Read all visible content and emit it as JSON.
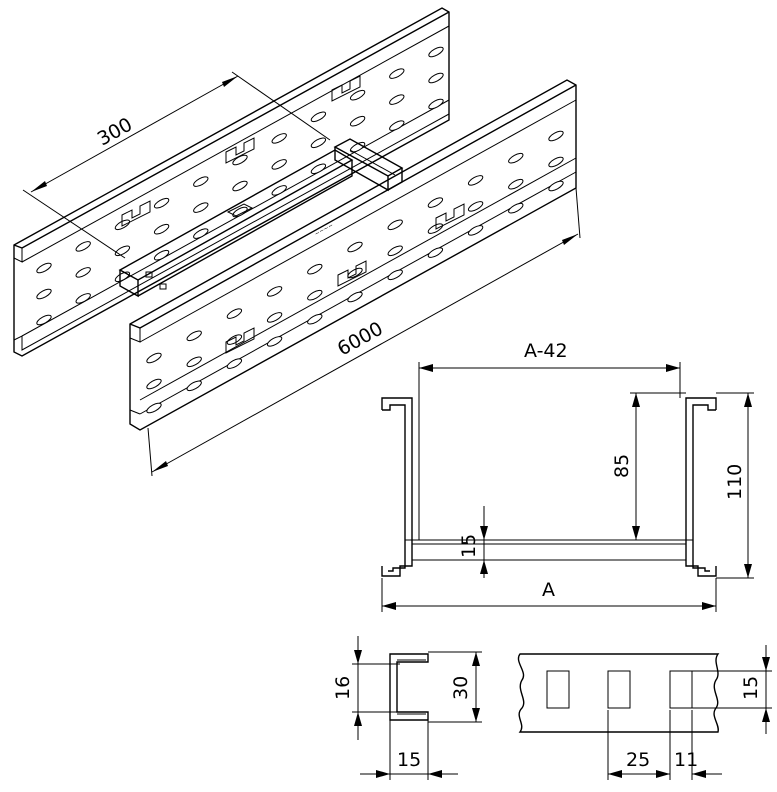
{
  "drawing": {
    "isometric": {
      "width_label": "300",
      "length_label": "6000",
      "brand_mark": "~~~~"
    },
    "cross_section": {
      "inner_width_label": "A-42",
      "inner_height_label": "85",
      "height_label": "110",
      "rung_label": "15",
      "width_label": "A"
    },
    "rung_section": {
      "profile_height_label": "16",
      "overall_height_label": "30",
      "flange_width_label": "15"
    },
    "slot_detail": {
      "pitch_label": "25",
      "slot_width_label": "11",
      "slot_height_label": "15"
    }
  }
}
